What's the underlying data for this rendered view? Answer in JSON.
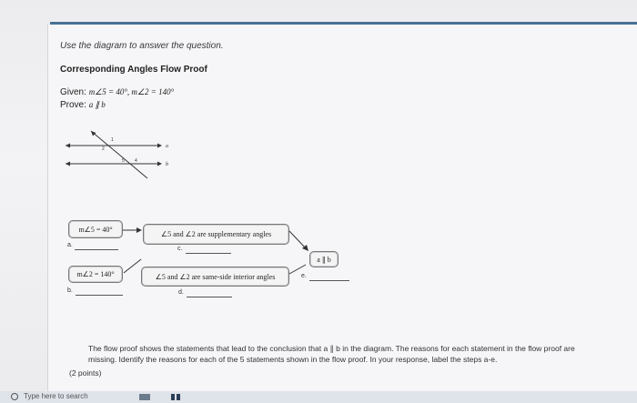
{
  "question": {
    "instruction": "Use the diagram to answer the question.",
    "title": "Corresponding Angles Flow Proof",
    "given_label": "Given:",
    "given_math": "m∠5 = 40°, m∠2 = 140°",
    "prove_label": "Prove:",
    "prove_math": "a ∥ b"
  },
  "diagram": {
    "line_a_label": "a",
    "line_b_label": "b",
    "angle_labels": [
      "1",
      "2",
      "5",
      "4"
    ]
  },
  "flow_proof": {
    "box1": "m∠5 = 40°",
    "box2": "m∠2 = 140°",
    "box3": "∠5 and ∠2 are supplementary angles",
    "box4": "∠5 and ∠2 are same-side interior angles",
    "box5": "a ∥ b",
    "steps": {
      "a": "a.",
      "b": "b.",
      "c": "c.",
      "d": "d.",
      "e": "e."
    }
  },
  "paragraph": {
    "line1": "The flow proof shows the statements that lead to the conclusion that a ∥ b in the diagram. The reasons for each statement in the flow proof are",
    "line2": "missing. Identify the reasons for each of the 5 statements shown in the flow proof. In your response, label the steps a-e."
  },
  "points": "(2 points)",
  "taskbar": {
    "search_placeholder": "Type here to search"
  },
  "colors": {
    "accent_bar": "#4a6f95",
    "page_bg": "#f6f6f8"
  }
}
